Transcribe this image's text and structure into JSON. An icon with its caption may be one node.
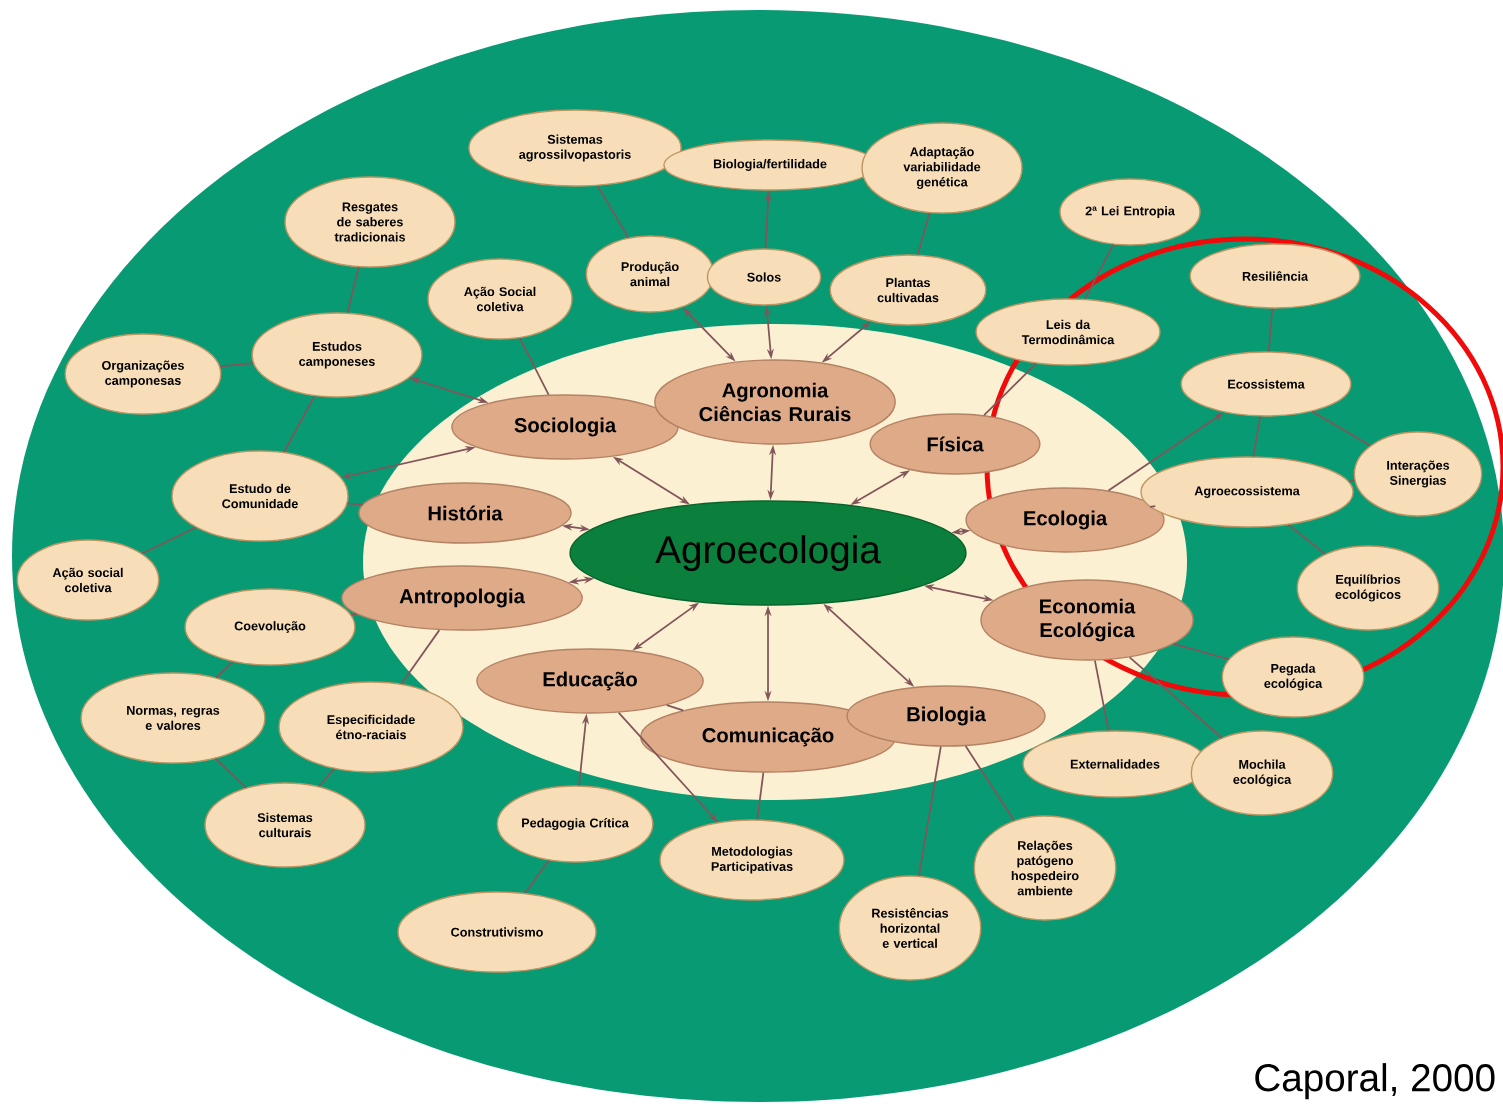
{
  "diagram": {
    "caption": "Caporal, 2000",
    "nodes": [
      {
        "text": [
          "Agroecologia"
        ]
      },
      {
        "text": [
          "Sociologia"
        ]
      },
      {
        "text": [
          "Agronomia Ciências Rurais"
        ]
      },
      {
        "text": [
          "Física"
        ]
      },
      {
        "text": [
          "História"
        ]
      },
      {
        "text": [
          "Ecologia"
        ]
      },
      {
        "text": [
          "Antropologia"
        ]
      },
      {
        "text": [
          "Economia Ecológica"
        ]
      },
      {
        "text": [
          "Educação"
        ]
      },
      {
        "text": [
          "Comunicação"
        ]
      },
      {
        "text": [
          "Biologia"
        ]
      },
      {
        "text": [
          "Sistemas agrossilvopastoris"
        ]
      },
      {
        "text": [
          "Biologia/fertilidade"
        ]
      },
      {
        "text": [
          "Adaptação variabilidade genética"
        ]
      },
      {
        "text": [
          "Resgates de saberes tradicionais"
        ]
      },
      {
        "text": [
          "2ª Lei Entropia"
        ]
      },
      {
        "text": [
          "Ação Social coletiva"
        ]
      },
      {
        "text": [
          "Produção animal"
        ]
      },
      {
        "text": [
          "Solos"
        ]
      },
      {
        "text": [
          "Plantas cultivadas"
        ]
      },
      {
        "text": [
          "Resiliência"
        ]
      },
      {
        "text": [
          "Leis da Termodinâmica"
        ]
      },
      {
        "text": [
          "Estudos camponeses"
        ]
      },
      {
        "text": [
          "Organizações camponesas"
        ]
      },
      {
        "text": [
          "Ecossistema"
        ]
      },
      {
        "text": [
          "Interações Sinergias"
        ]
      },
      {
        "text": [
          "Estudo de Comunidade"
        ]
      },
      {
        "text": [
          "Agroecossistema"
        ]
      },
      {
        "text": [
          "Ação social coletiva"
        ]
      },
      {
        "text": [
          "Equilíbrios ecológicos"
        ]
      },
      {
        "text": [
          "Coevolução"
        ]
      },
      {
        "text": [
          "Pegada ecológica"
        ]
      },
      {
        "text": [
          "Normas, regras e valores"
        ]
      },
      {
        "text": [
          "Especificidade étno-raciais"
        ]
      },
      {
        "text": [
          "Externalidades"
        ]
      },
      {
        "text": [
          "Mochila ecológica"
        ]
      },
      {
        "text": [
          "Sistemas culturais"
        ]
      },
      {
        "text": [
          "Pedagogia Crítica"
        ]
      },
      {
        "text": [
          "Metodologias Participativas"
        ]
      },
      {
        "text": [
          "Relações patógeno hospedeiro ambiente"
        ]
      },
      {
        "text": [
          "Resistências horizontal e vertical"
        ]
      },
      {
        "text": [
          "Construtivismo"
        ]
      }
    ],
    "edges": [
      {
        "from": 0,
        "to": 1,
        "arrow": "both"
      },
      {
        "from": 0,
        "to": 2,
        "arrow": "both"
      },
      {
        "from": 0,
        "to": 3,
        "arrow": "both"
      },
      {
        "from": 0,
        "to": 4,
        "arrow": "both"
      },
      {
        "from": 0,
        "to": 5,
        "arrow": "both"
      },
      {
        "from": 0,
        "to": 6,
        "arrow": "both"
      },
      {
        "from": 0,
        "to": 7,
        "arrow": "both"
      },
      {
        "from": 0,
        "to": 8,
        "arrow": "both"
      },
      {
        "from": 0,
        "to": 9,
        "arrow": "both"
      },
      {
        "from": 0,
        "to": 10,
        "arrow": "both"
      },
      {
        "from": 1,
        "to": 16,
        "arrow": "none"
      },
      {
        "from": 1,
        "to": 22,
        "arrow": "both"
      },
      {
        "from": 1,
        "to": 26,
        "arrow": "both"
      },
      {
        "from": 4,
        "to": 26,
        "arrow": "none"
      },
      {
        "from": 6,
        "to": 30,
        "arrow": "none"
      },
      {
        "from": 6,
        "to": 33,
        "arrow": "none"
      },
      {
        "from": 37,
        "to": 8,
        "arrow": "to"
      },
      {
        "from": 8,
        "to": 9,
        "arrow": "none"
      },
      {
        "from": 8,
        "to": 38,
        "arrow": "to"
      },
      {
        "from": 9,
        "to": 38,
        "arrow": "none"
      },
      {
        "from": 10,
        "to": 40,
        "arrow": "none"
      },
      {
        "from": 10,
        "to": 39,
        "arrow": "none"
      },
      {
        "from": 7,
        "to": 34,
        "arrow": "none"
      },
      {
        "from": 7,
        "to": 35,
        "arrow": "none"
      },
      {
        "from": 7,
        "to": 31,
        "arrow": "none"
      },
      {
        "from": 5,
        "to": 27,
        "arrow": "none"
      },
      {
        "from": 5,
        "to": 24,
        "arrow": "to"
      },
      {
        "from": 3,
        "to": 21,
        "arrow": "none"
      },
      {
        "from": 2,
        "to": 17,
        "arrow": "both"
      },
      {
        "from": 2,
        "to": 18,
        "arrow": "both"
      },
      {
        "from": 2,
        "to": 19,
        "arrow": "both"
      },
      {
        "from": 11,
        "to": 17,
        "arrow": "none"
      },
      {
        "from": 18,
        "to": 12,
        "arrow": "to"
      },
      {
        "from": 13,
        "to": 19,
        "arrow": "none"
      },
      {
        "from": 15,
        "to": 21,
        "arrow": "none"
      },
      {
        "from": 20,
        "to": 24,
        "arrow": "none"
      },
      {
        "from": 24,
        "to": 25,
        "arrow": "none"
      },
      {
        "from": 24,
        "to": 27,
        "arrow": "none"
      },
      {
        "from": 27,
        "to": 25,
        "arrow": "none"
      },
      {
        "from": 27,
        "to": 29,
        "arrow": "none"
      },
      {
        "from": 14,
        "to": 22,
        "arrow": "none"
      },
      {
        "from": 23,
        "to": 22,
        "arrow": "none"
      },
      {
        "from": 22,
        "to": 26,
        "arrow": "none"
      },
      {
        "from": 26,
        "to": 28,
        "arrow": "none"
      },
      {
        "from": 30,
        "to": 32,
        "arrow": "none"
      },
      {
        "from": 32,
        "to": 36,
        "arrow": "none"
      },
      {
        "from": 33,
        "to": 36,
        "arrow": "none"
      },
      {
        "from": 37,
        "to": 41,
        "arrow": "none"
      }
    ]
  }
}
